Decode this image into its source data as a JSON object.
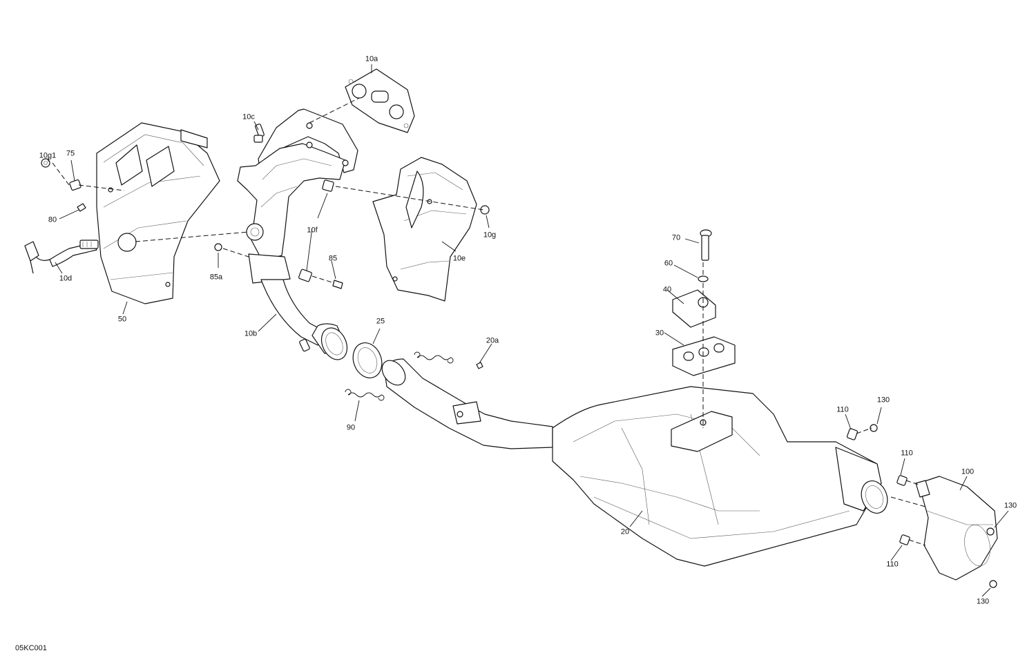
{
  "diagram_id": "05KC001",
  "callouts": {
    "10a": "10a",
    "10c": "10c",
    "10g1": "10g1",
    "75": "75",
    "80": "80",
    "10d": "10d",
    "50": "50",
    "85a": "85a",
    "10f": "10f",
    "85": "85",
    "10b": "10b",
    "10g": "10g",
    "10e": "10e",
    "25": "25",
    "20a": "20a",
    "90": "90",
    "70": "70",
    "60": "60",
    "40": "40",
    "30": "30",
    "20": "20",
    "110_top": "110",
    "130_top": "130",
    "110_mid": "110",
    "100": "100",
    "130_right": "130",
    "110_bottom": "110",
    "130_bottom": "130"
  }
}
